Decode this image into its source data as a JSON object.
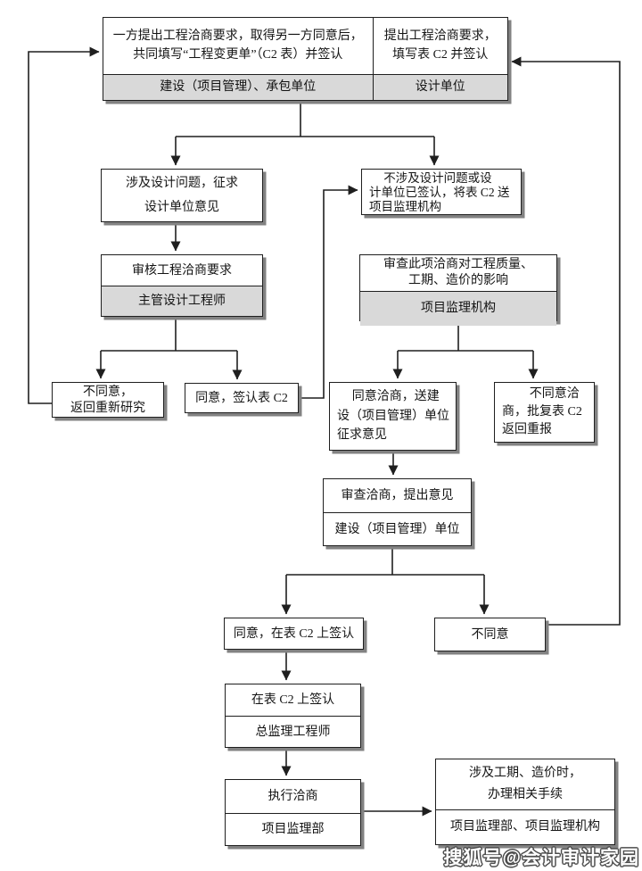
{
  "colors": {
    "band": "#d9d9d9",
    "border": "#1f1f1f",
    "shadow": "#828282"
  },
  "watermark": "搜狐号@会计审计家园",
  "nodes": {
    "propose_joint": {
      "lines": [
        "一方提出工程洽商要求，取得另一方同意后，",
        "共同填写“工程变更单”（C2 表）并签认"
      ],
      "role": "建设（项目管理）、承包单位"
    },
    "propose_design": {
      "lines": [
        "提出工程洽商要求，",
        "填写表 C2 并签认"
      ],
      "role": "设计单位"
    },
    "involve_design": {
      "lines": [
        "涉及设计问题，征求",
        "设计单位意见"
      ]
    },
    "not_involve_design": {
      "lines": [
        "不涉及设计问题或设",
        "计单位已签认，将表 C2 送",
        "项目监理机构"
      ]
    },
    "review_request": {
      "title": "审核工程洽商要求",
      "role": "主管设计工程师"
    },
    "review_impact": {
      "lines": [
        "审查此项洽商对工程质量、",
        "工期、造价的影响"
      ],
      "role": "项目监理机构"
    },
    "disagree_restudy": {
      "lines": [
        "不同意，",
        "返回重新研究"
      ]
    },
    "agree_sign_c2": {
      "title": "同意，签认表 C2"
    },
    "agree_negotiation": {
      "lines": [
        "同意洽商，送建",
        "设（项目管理）单位",
        "征求意见"
      ]
    },
    "disagree_negotiation": {
      "lines": [
        "不同意洽",
        "商，批复表 C2",
        "返回重报"
      ]
    },
    "review_opinion": {
      "title": "审查洽商，提出意见",
      "role": "建设（项目管理）单位"
    },
    "agree_sign_on_c2": {
      "title": "同意，在表 C2 上签认"
    },
    "disagree": {
      "title": "不同意"
    },
    "sign_on_c2": {
      "title": "在表 C2 上签认",
      "role": "总监理工程师"
    },
    "execute": {
      "title": "执行洽商",
      "role": "项目监理部"
    },
    "time_cost": {
      "lines": [
        "涉及工期、造价时，",
        "办理相关手续"
      ],
      "role": "项目监理部、项目监理机构"
    }
  }
}
